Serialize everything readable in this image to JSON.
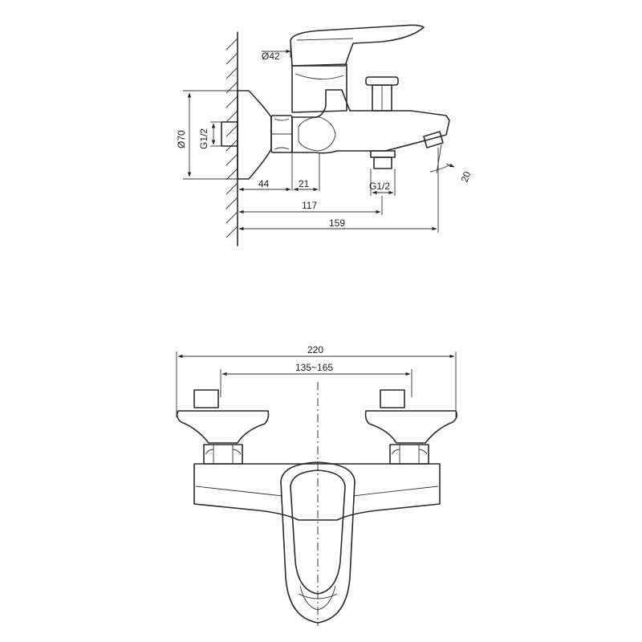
{
  "side_view": {
    "dim_diameter_body": "Ø42",
    "dim_diameter_flange": "Ø70",
    "dim_thread_inlet": "G1/2",
    "dim_thread_outlet": "G1/2",
    "dim_wall_to_nut": "44",
    "dim_nut_width": "21",
    "dim_to_outlet": "117",
    "dim_to_spout": "159",
    "dim_spout_angle": "20"
  },
  "front_view": {
    "dim_overall_width": "220",
    "dim_center_distance": "135~165"
  }
}
